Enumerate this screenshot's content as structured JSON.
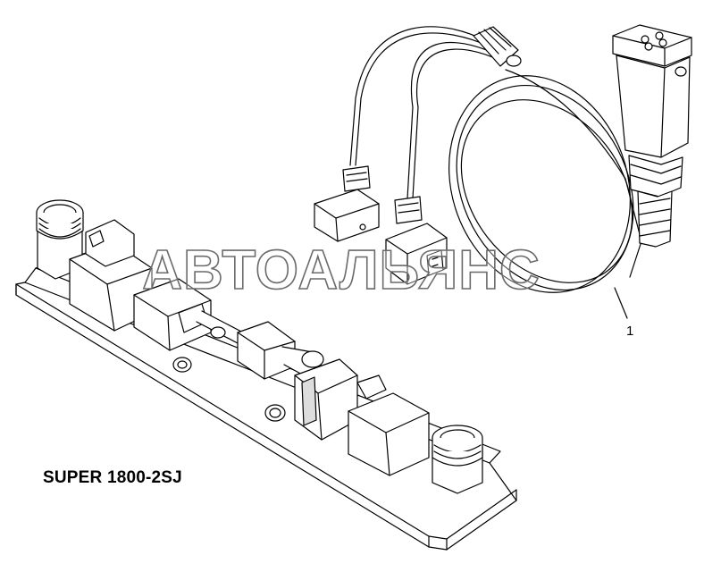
{
  "diagram": {
    "model_label": "SUPER 1800-2SJ",
    "callouts": [
      {
        "number": "1"
      }
    ],
    "watermark": "АВТОАЛЬЯНС",
    "line_color": "#000000",
    "watermark_stroke": "#6b6b6b"
  }
}
